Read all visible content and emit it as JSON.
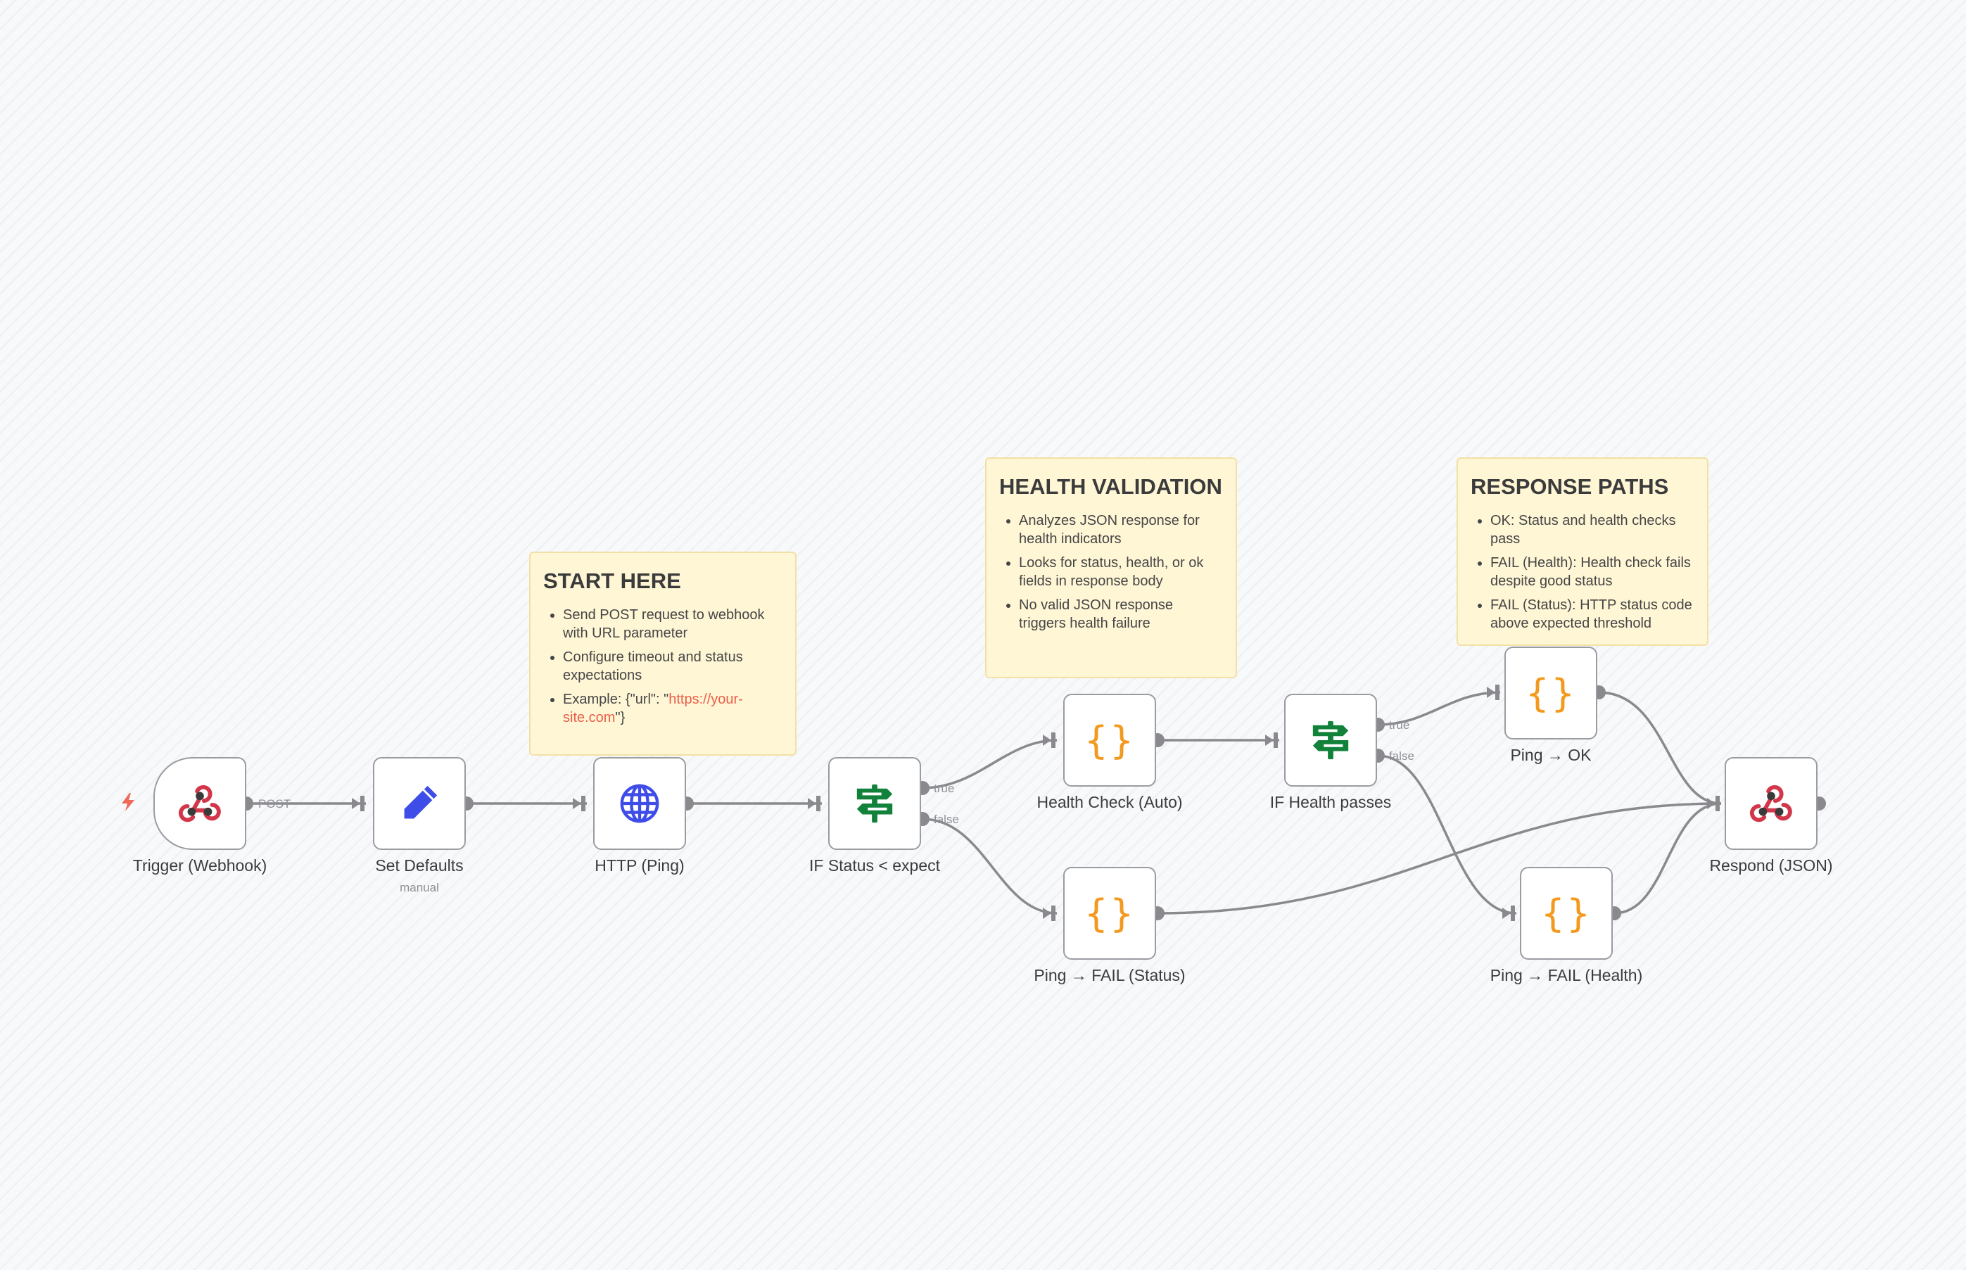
{
  "canvas": {
    "trigger_badge_icon": "lightning-bolt-icon"
  },
  "stickies": {
    "start": {
      "title": "START HERE",
      "bullet1": "Send POST request to webhook with URL parameter",
      "bullet2": "Configure timeout and status expectations",
      "bullet3_prefix": "Example: {\"url\": \"",
      "bullet3_link": "https://your-site.com",
      "bullet3_suffix": "\"}"
    },
    "health": {
      "title": "HEALTH VALIDATION",
      "bullet1": "Analyzes JSON response for health indicators",
      "bullet2": "Looks for status, health, or ok fields in response body",
      "bullet3": "No valid JSON response triggers health failure"
    },
    "paths": {
      "title": "RESPONSE PATHS",
      "bullet1": "OK: Status and health checks pass",
      "bullet2": "FAIL (Health): Health check fails despite good status",
      "bullet3": "FAIL (Status): HTTP status code above expected threshold"
    }
  },
  "nodes": {
    "trigger": {
      "label": "Trigger (Webhook)",
      "icon": "webhook-icon"
    },
    "set_defaults": {
      "label": "Set Defaults",
      "sublabel": "manual",
      "icon": "pencil-icon"
    },
    "http": {
      "label": "HTTP (Ping)",
      "icon": "globe-icon"
    },
    "if_status": {
      "label": "IF Status < expect",
      "icon": "signpost-icon"
    },
    "health_check": {
      "label": "Health Check (Auto)",
      "icon": "code-braces-icon",
      "glyph": "{}"
    },
    "fail_status": {
      "label": "Ping → FAIL (Status)",
      "icon": "code-braces-icon",
      "glyph": "{}"
    },
    "if_health": {
      "label": "IF Health passes",
      "icon": "signpost-icon"
    },
    "ping_ok": {
      "label": "Ping → OK",
      "icon": "code-braces-icon",
      "glyph": "{}"
    },
    "fail_health": {
      "label": "Ping → FAIL (Health)",
      "icon": "code-braces-icon",
      "glyph": "{}"
    },
    "respond": {
      "label": "Respond (JSON)",
      "icon": "webhook-icon"
    }
  },
  "edges": {
    "post_label": "POST",
    "true_label": "true",
    "false_label": "false"
  },
  "colors": {
    "webhook_red": "#d3364a",
    "pencil_blue": "#3f4de8",
    "globe_blue": "#3f4de8",
    "signpost_green": "#12823b",
    "braces_orange": "#f39a1e",
    "sticky_bg": "#fff6d6",
    "link_red": "#ea5e49"
  }
}
